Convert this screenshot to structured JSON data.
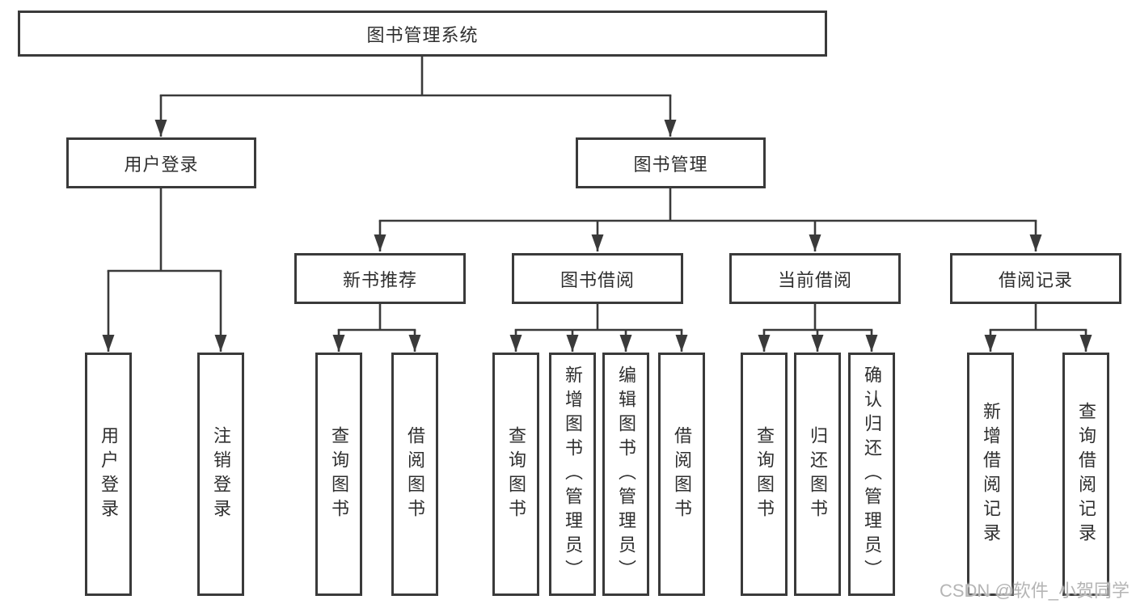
{
  "diagram": {
    "type": "hierarchy-tree",
    "colors": {
      "line": "#3a3a3a",
      "box_border": "#3a3a3a",
      "box_fill": "#ffffff",
      "text": "#2f2f2f",
      "watermark": "#b5b5b5",
      "background": "#ffffff"
    },
    "tree": {
      "label": "图书管理系统",
      "children": [
        {
          "label": "用户登录",
          "children": [
            {
              "label": "用户登录"
            },
            {
              "label": "注销登录"
            }
          ]
        },
        {
          "label": "图书管理",
          "children": [
            {
              "label": "新书推荐",
              "children": [
                {
                  "label": "查询图书"
                },
                {
                  "label": "借阅图书"
                }
              ]
            },
            {
              "label": "图书借阅",
              "children": [
                {
                  "label": "查询图书"
                },
                {
                  "label": "新增图书（管理员）"
                },
                {
                  "label": "编辑图书（管理员）"
                },
                {
                  "label": "借阅图书"
                }
              ]
            },
            {
              "label": "当前借阅",
              "children": [
                {
                  "label": "查询图书"
                },
                {
                  "label": "归还图书"
                },
                {
                  "label": "确认归还（管理员）"
                }
              ]
            },
            {
              "label": "借阅记录",
              "children": [
                {
                  "label": "新增借阅记录"
                },
                {
                  "label": "查询借阅记录"
                }
              ]
            }
          ]
        }
      ]
    }
  },
  "watermark": {
    "text": "CSDN @软件_小贺同学"
  }
}
